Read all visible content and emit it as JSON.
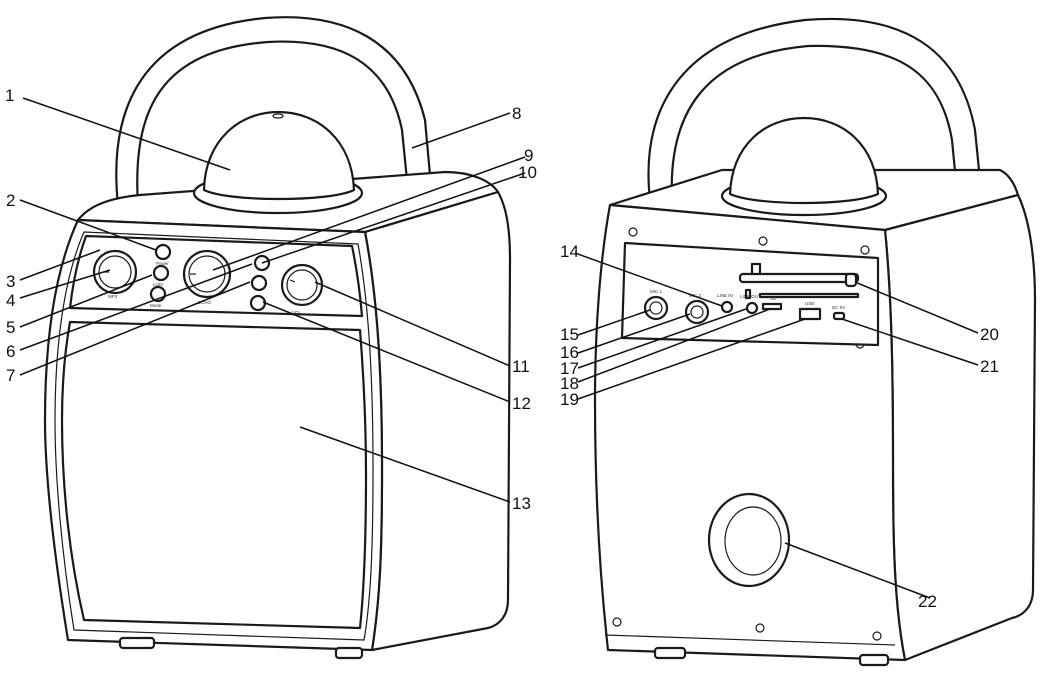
{
  "callouts": [
    {
      "id": 1,
      "label": "1"
    },
    {
      "id": 2,
      "label": "2"
    },
    {
      "id": 3,
      "label": "3"
    },
    {
      "id": 4,
      "label": "4"
    },
    {
      "id": 5,
      "label": "5"
    },
    {
      "id": 6,
      "label": "6"
    },
    {
      "id": 7,
      "label": "7"
    },
    {
      "id": 8,
      "label": "8"
    },
    {
      "id": 9,
      "label": "9"
    },
    {
      "id": 10,
      "label": "10"
    },
    {
      "id": 11,
      "label": "11"
    },
    {
      "id": 12,
      "label": "12"
    },
    {
      "id": 13,
      "label": "13"
    },
    {
      "id": 14,
      "label": "14"
    },
    {
      "id": 15,
      "label": "15"
    },
    {
      "id": 16,
      "label": "16"
    },
    {
      "id": 17,
      "label": "17"
    },
    {
      "id": 18,
      "label": "18"
    },
    {
      "id": 19,
      "label": "19"
    },
    {
      "id": 20,
      "label": "20"
    },
    {
      "id": 21,
      "label": "21"
    },
    {
      "id": 22,
      "label": "22"
    }
  ],
  "panel_text": {
    "front": [
      "Power",
      "Light",
      "Mode",
      "MP3",
      "ECHO",
      "VOL"
    ],
    "rear": [
      "MIC 1",
      "MIC 2",
      "LINE IN",
      "LINE OUT",
      "SD",
      "USB",
      "DC 5V"
    ]
  }
}
